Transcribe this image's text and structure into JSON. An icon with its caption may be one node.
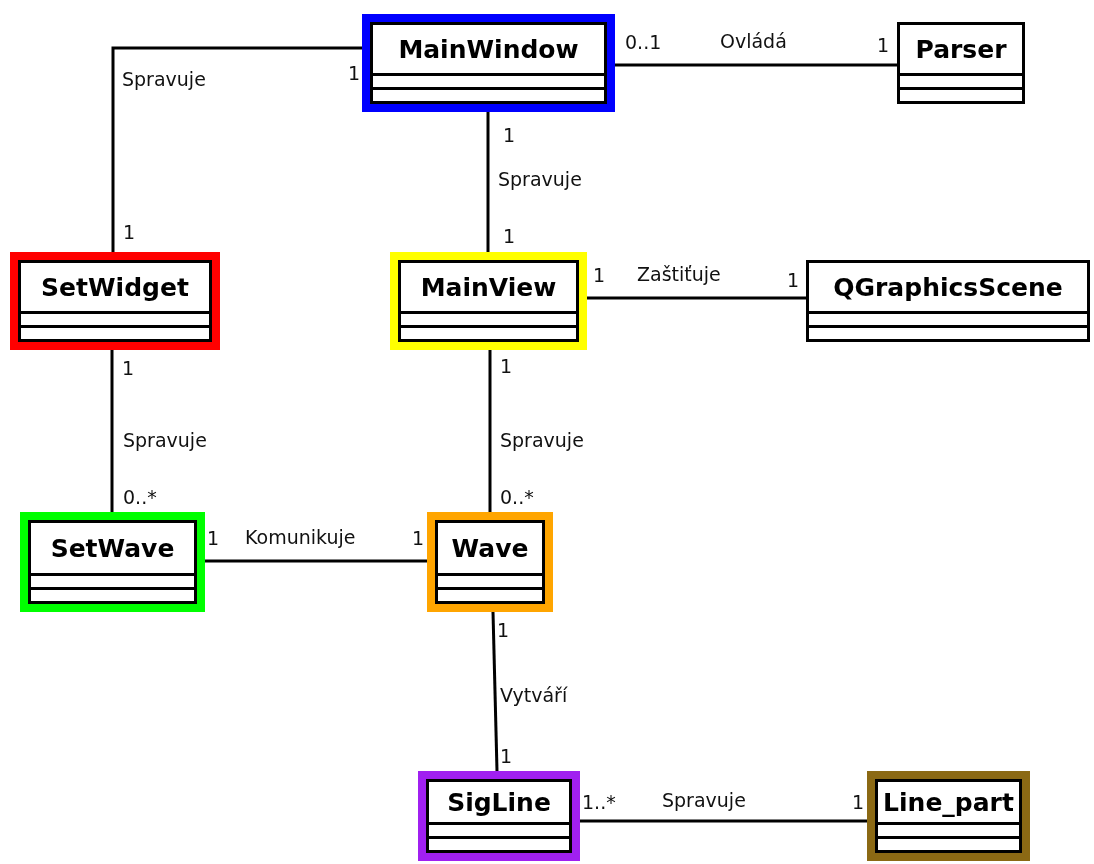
{
  "diagram": {
    "nodes": [
      {
        "text": [
          "MainWindow"
        ]
      },
      {
        "text": [
          "Parser"
        ]
      },
      {
        "text": [
          "SetWidget"
        ]
      },
      {
        "text": [
          "MainView"
        ]
      },
      {
        "text": [
          "QGraphicsScene"
        ]
      },
      {
        "text": [
          "SetWave"
        ]
      },
      {
        "text": [
          "Wave"
        ]
      },
      {
        "text": [
          "SigLine"
        ]
      },
      {
        "text": [
          "Line_part"
        ]
      }
    ],
    "edges": [
      {
        "from": 0,
        "to": 1,
        "arrow": "none",
        "label": "Ovládá"
      },
      {
        "from": 0,
        "to": 2,
        "arrow": "none",
        "label": "Spravuje"
      },
      {
        "from": 0,
        "to": 3,
        "arrow": "none",
        "label": "Spravuje"
      },
      {
        "from": 3,
        "to": 4,
        "arrow": "none",
        "label": "Zaštiťuje"
      },
      {
        "from": 2,
        "to": 5,
        "arrow": "none",
        "label": "Spravuje"
      },
      {
        "from": 3,
        "to": 6,
        "arrow": "none",
        "label": "Spravuje"
      },
      {
        "from": 5,
        "to": 6,
        "arrow": "none",
        "label": "Komunikuje"
      },
      {
        "from": 6,
        "to": 7,
        "arrow": "none",
        "label": "Vytváří"
      },
      {
        "from": 7,
        "to": 8,
        "arrow": "none",
        "label": "Spravuje"
      }
    ],
    "labels": [
      "0..1",
      "1",
      "1",
      "1",
      "1",
      "1",
      "1",
      "1",
      "1",
      "1",
      "0..*",
      "0..*",
      "1",
      "1",
      "1",
      "1",
      "1..*",
      "1"
    ]
  }
}
